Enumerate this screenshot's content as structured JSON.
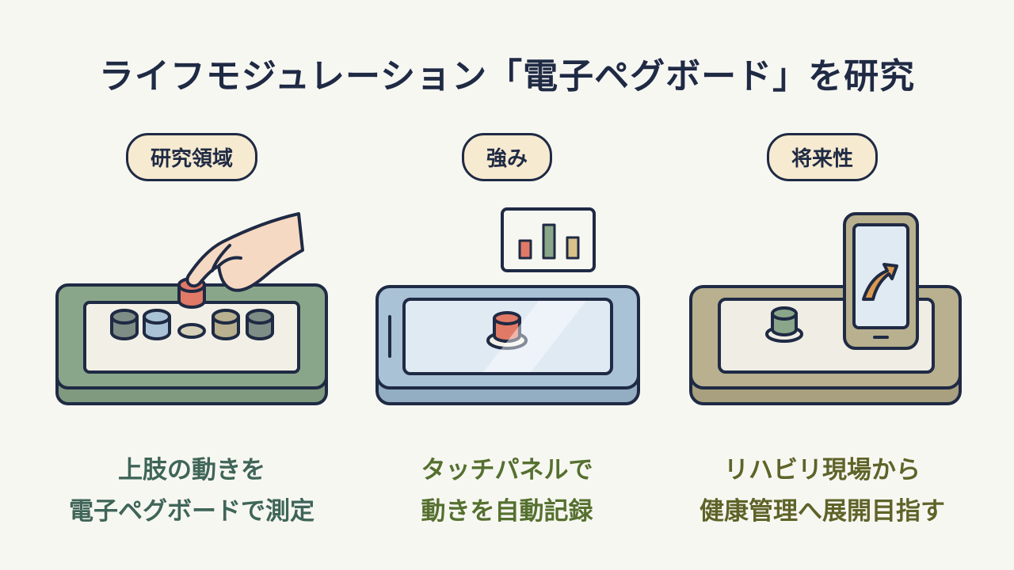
{
  "title": "ライフモジュレーション「電子ペグボード」を研究",
  "panels": [
    {
      "label": "研究領域",
      "caption_line1": "上肢の動きを",
      "caption_line2": "電子ペグボードで測定"
    },
    {
      "label": "強み",
      "caption_line1": "タッチパネルで",
      "caption_line2": "動きを自動記録"
    },
    {
      "label": "将来性",
      "caption_line1": "リハビリ現場から",
      "caption_line2": "健康管理へ展開目指す"
    }
  ],
  "colors": {
    "outline": "#1f2a44",
    "badge_fill": "#f6ead0",
    "board_green": "#8aa68a",
    "board_blue": "#a9c2d6",
    "board_olive": "#b8b08e",
    "peg_red": "#e07a66",
    "peg_dark": "#7e8e86"
  },
  "icons": [
    "hand-icon",
    "bar-chart-icon",
    "smartphone-icon",
    "arrow-up-icon"
  ]
}
